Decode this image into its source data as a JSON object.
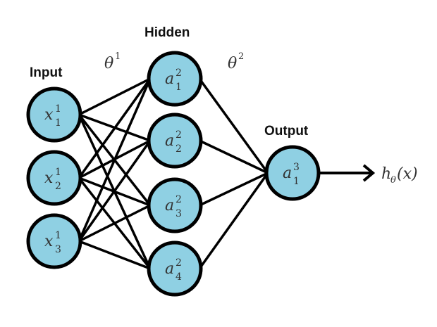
{
  "diagram": {
    "type": "neural-network",
    "layers": [
      {
        "name": "input",
        "label": "Input",
        "nodes": [
          {
            "symbol": "x",
            "superscript": "1",
            "subscript": "1"
          },
          {
            "symbol": "x",
            "superscript": "1",
            "subscript": "2"
          },
          {
            "symbol": "x",
            "superscript": "1",
            "subscript": "3"
          }
        ]
      },
      {
        "name": "hidden",
        "label": "Hidden",
        "nodes": [
          {
            "symbol": "a",
            "superscript": "2",
            "subscript": "1"
          },
          {
            "symbol": "a",
            "superscript": "2",
            "subscript": "2"
          },
          {
            "symbol": "a",
            "superscript": "2",
            "subscript": "3"
          },
          {
            "symbol": "a",
            "superscript": "2",
            "subscript": "4"
          }
        ]
      },
      {
        "name": "output",
        "label": "Output",
        "nodes": [
          {
            "symbol": "a",
            "superscript": "3",
            "subscript": "1"
          }
        ]
      }
    ],
    "weights": [
      {
        "symbol": "θ",
        "superscript": "1"
      },
      {
        "symbol": "θ",
        "superscript": "2"
      }
    ],
    "connectivity": "fully-connected",
    "output_label": {
      "symbol": "h",
      "subscript": "θ",
      "argument": "(x)"
    },
    "colors": {
      "node_fill": "#8fd0e3",
      "stroke": "#000000"
    }
  }
}
